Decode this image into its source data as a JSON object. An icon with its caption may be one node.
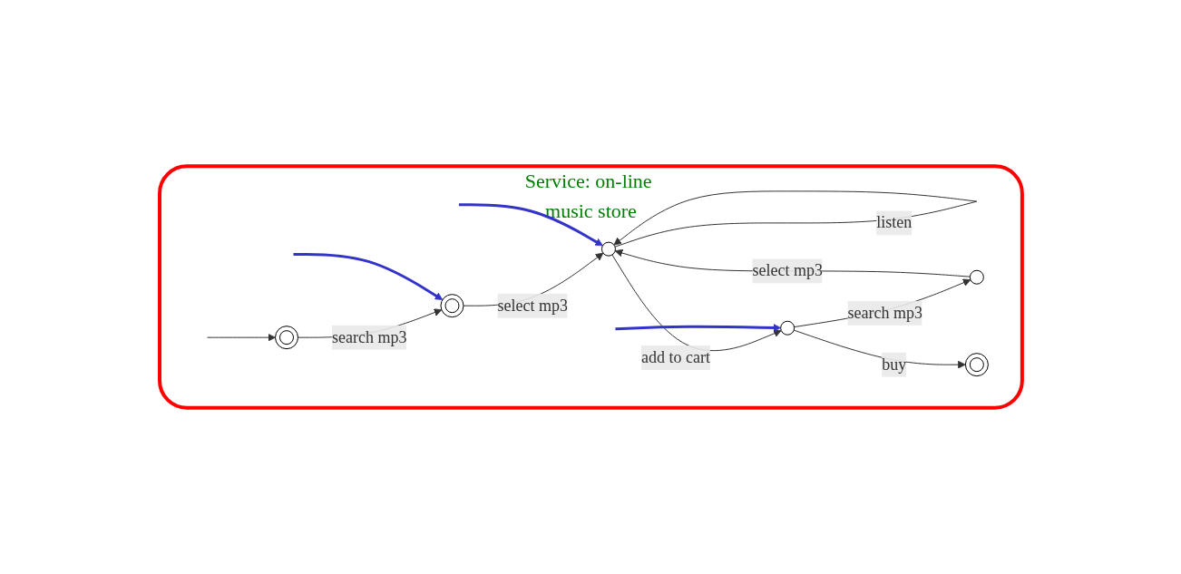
{
  "diagram": {
    "nodes": [
      {
        "text": [
          "Service: on-line music store"
        ]
      },
      {
        "text": [],
        "shape": "circle",
        "in": 0
      },
      {
        "text": [],
        "shape": "circle",
        "in": 0
      },
      {
        "text": [],
        "shape": "circle",
        "in": 0
      },
      {
        "text": [],
        "shape": "circle",
        "in": 0
      },
      {
        "text": [],
        "shape": "circle",
        "in": 0
      },
      {
        "text": [],
        "shape": "circle",
        "in": 0
      }
    ],
    "edges": [
      {
        "from": null,
        "to": 1,
        "arrow": "to"
      },
      {
        "from": 1,
        "to": 2,
        "arrow": "to",
        "label": "search mp3"
      },
      {
        "from": 2,
        "to": 3,
        "arrow": "to",
        "label": "select mp3"
      },
      {
        "from": 3,
        "to": 3,
        "arrow": "to",
        "label": "listen"
      },
      {
        "from": 3,
        "to": 4,
        "arrow": "to",
        "label": "add to cart"
      },
      {
        "from": 4,
        "to": 5,
        "arrow": "to",
        "label": "search mp3"
      },
      {
        "from": 5,
        "to": 3,
        "arrow": "to",
        "label": "select mp3"
      },
      {
        "from": 4,
        "to": 6,
        "arrow": "to",
        "label": "buy"
      },
      {
        "from": null,
        "to": 2,
        "arrow": "to",
        "style": "thick",
        "color": "#3333cc"
      },
      {
        "from": null,
        "to": 3,
        "arrow": "to",
        "style": "thick",
        "color": "#3333cc"
      },
      {
        "from": null,
        "to": 4,
        "arrow": "to",
        "style": "thick",
        "color": "#3333cc"
      }
    ]
  }
}
